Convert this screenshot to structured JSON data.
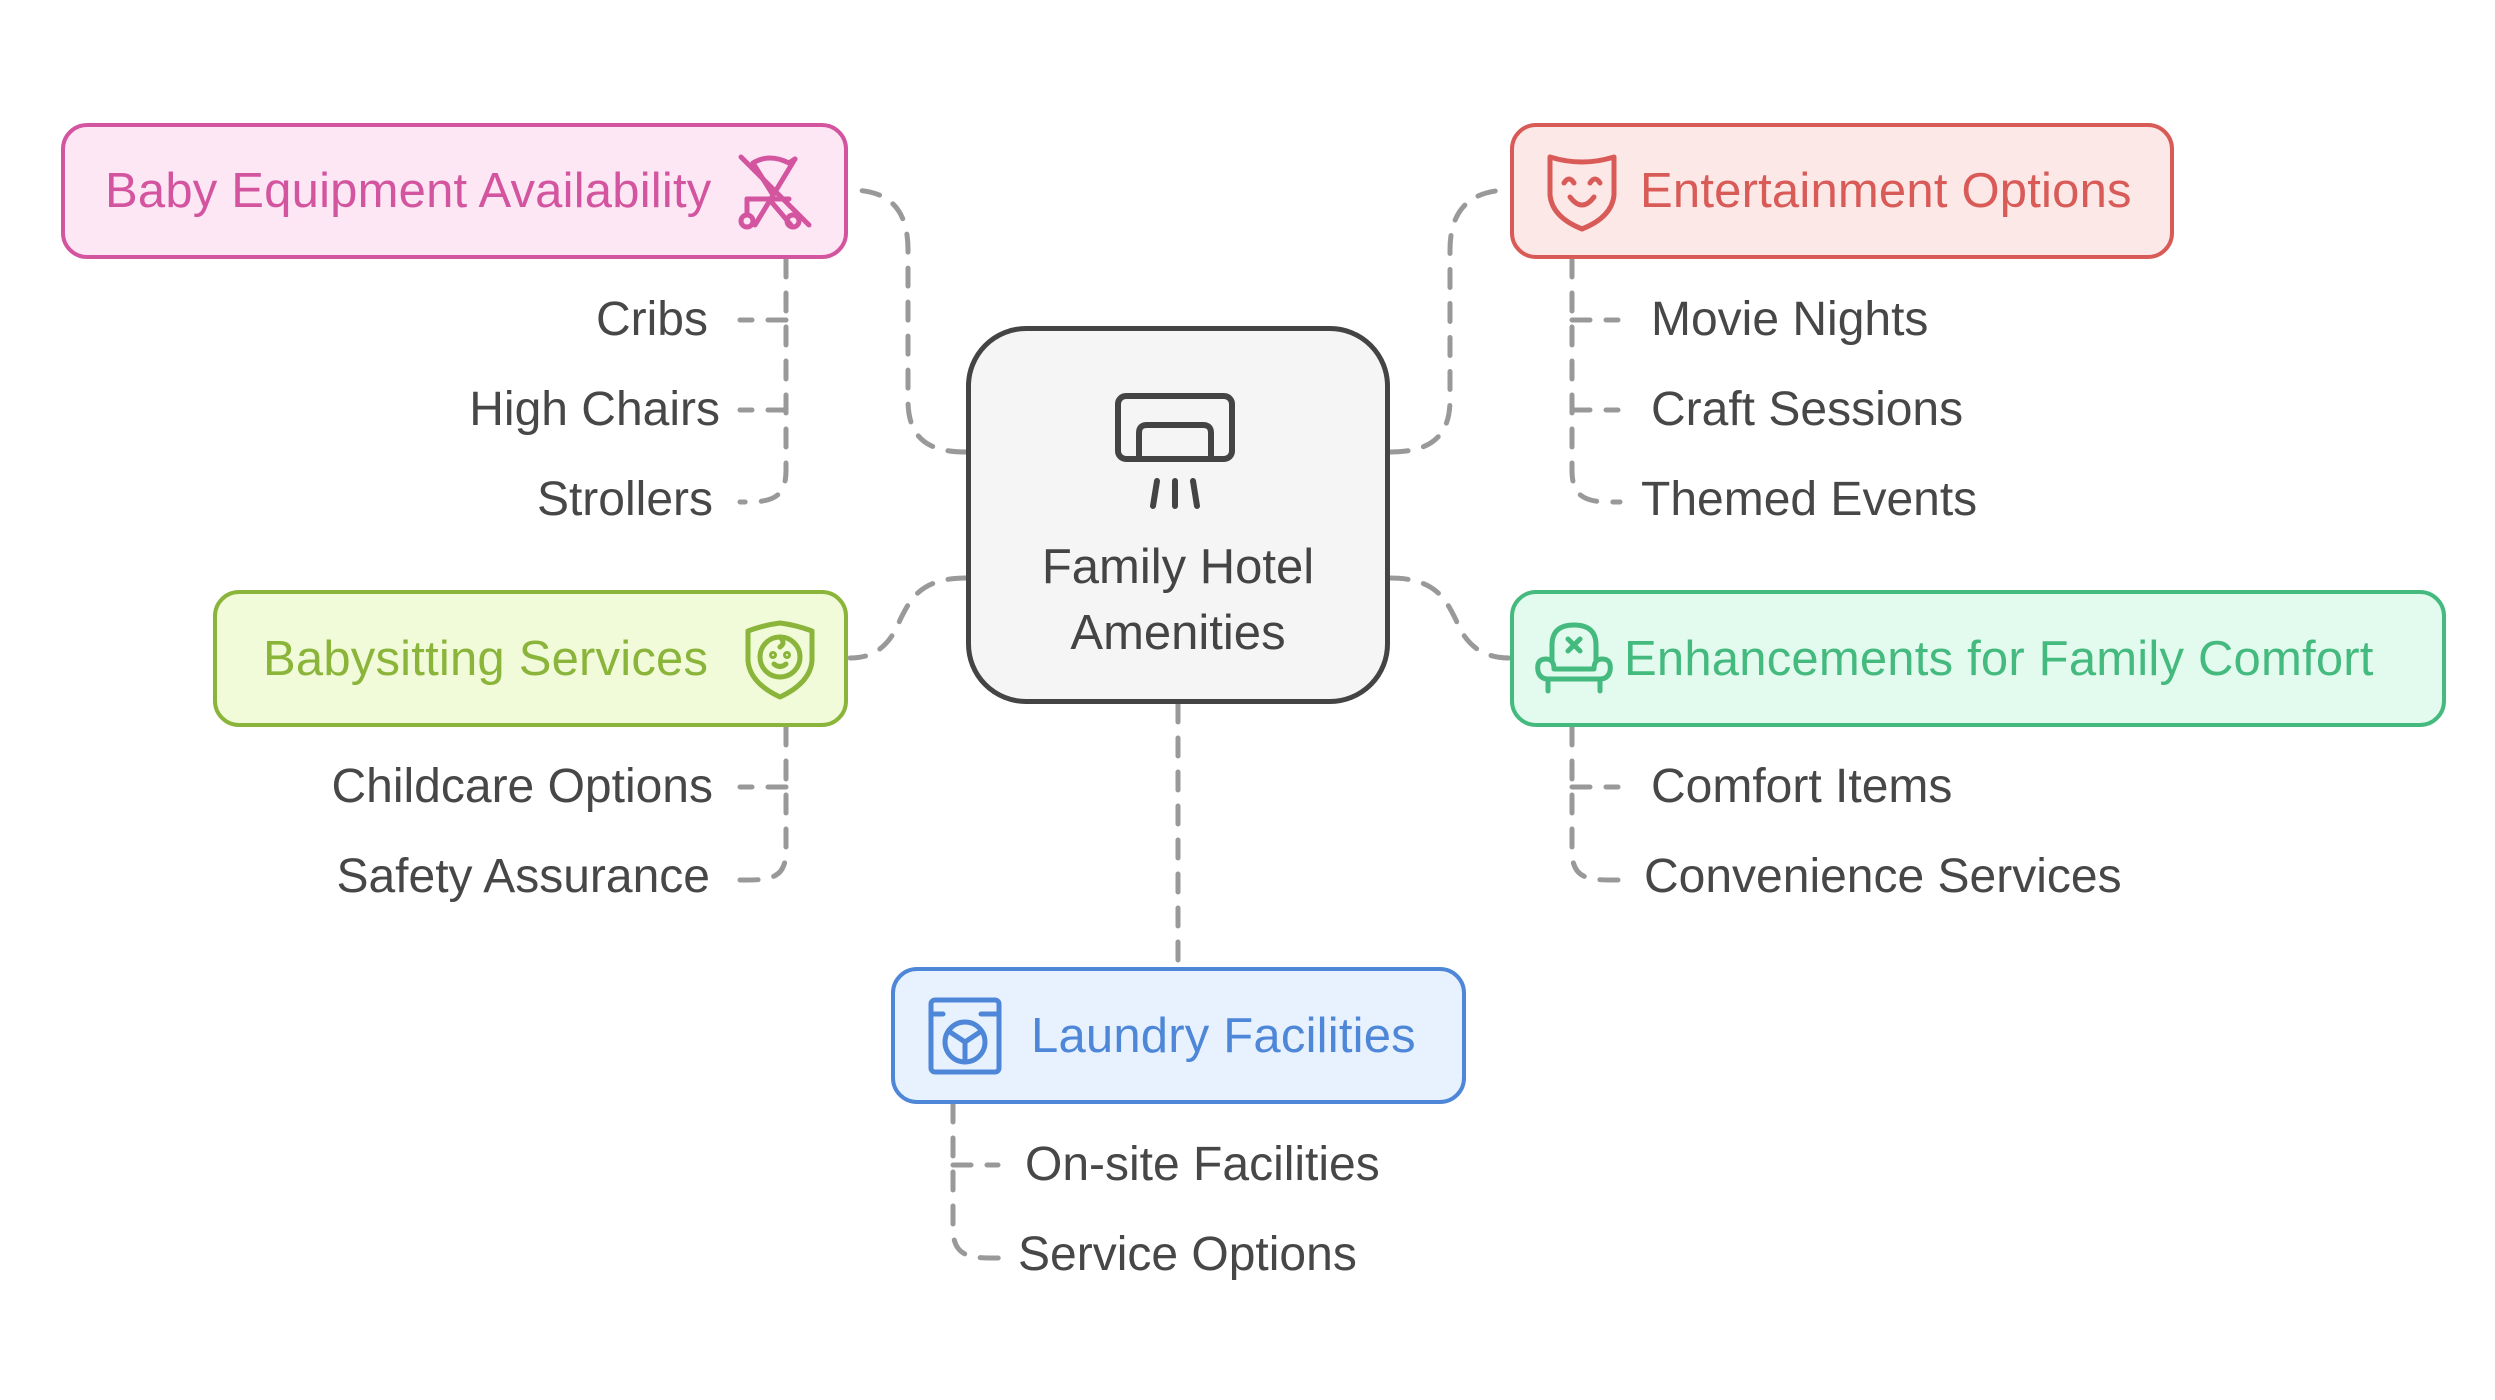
{
  "diagram": {
    "center": {
      "title_line1": "Family Hotel",
      "title_line2": "Amenities",
      "icon": "hand-dryer-icon"
    },
    "branches": [
      {
        "id": "baby-equipment",
        "title": "Baby Equipment Availability",
        "icon": "stroller-off-icon",
        "color": "#d4559f",
        "fill": "#fde7f5",
        "items": [
          "Cribs",
          "High Chairs",
          "Strollers"
        ]
      },
      {
        "id": "babysitting",
        "title": "Babysitting Services",
        "icon": "shield-baby-icon",
        "color": "#8ab53a",
        "fill": "#f2fbd9",
        "items": [
          "Childcare Options",
          "Safety Assurance"
        ]
      },
      {
        "id": "entertainment",
        "title": "Entertainment Options",
        "icon": "theater-mask-icon",
        "color": "#d95b58",
        "fill": "#fde8e8",
        "items": [
          "Movie Nights",
          "Craft Sessions",
          "Themed Events"
        ]
      },
      {
        "id": "family-comfort",
        "title": "Enhancements for Family Comfort",
        "icon": "armchair-icon",
        "color": "#45ba7e",
        "fill": "#e2fbee",
        "items": [
          "Comfort Items",
          "Convenience Services"
        ]
      },
      {
        "id": "laundry",
        "title": "Laundry Facilities",
        "icon": "washing-machine-icon",
        "color": "#4f87d8",
        "fill": "#e8f2fe",
        "items": [
          "On-site Facilities",
          "Service Options"
        ]
      }
    ],
    "connector_color": "#999999",
    "center_border_color": "#444444"
  }
}
